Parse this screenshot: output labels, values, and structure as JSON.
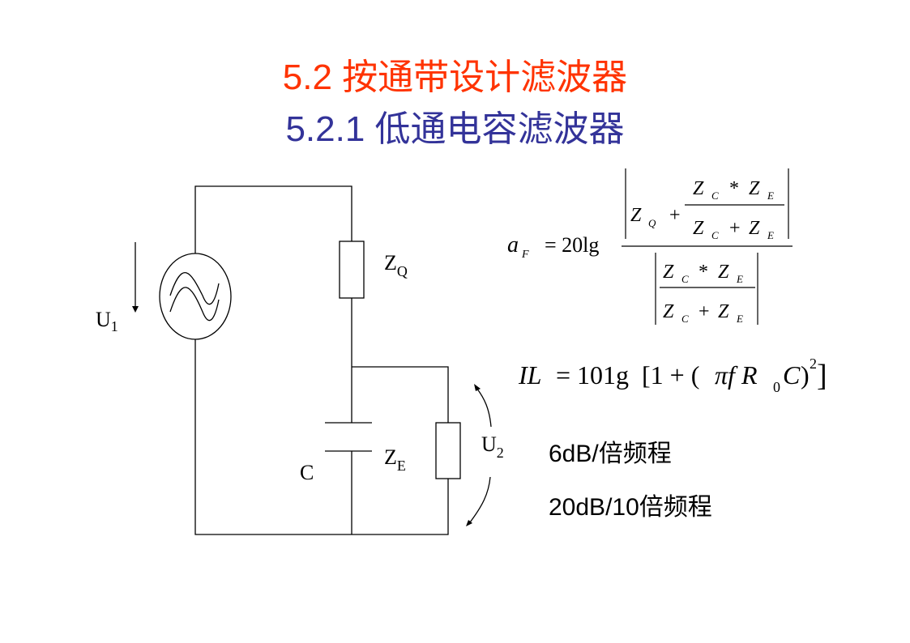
{
  "title": "5.2 按通带设计滤波器",
  "subtitle": "5.2.1 低通电容滤波器",
  "circuit": {
    "labels": {
      "u1": "U",
      "u1_sub": "1",
      "zq": "Z",
      "zq_sub": "Q",
      "c": "C",
      "ze": "Z",
      "ze_sub": "E",
      "u2": "U",
      "u2_sub": "2"
    }
  },
  "formula_af": {
    "a": "a",
    "a_sub": "F",
    "eq": "= 20lg",
    "z": "Z",
    "q": "Q",
    "c": "C",
    "e": "E",
    "plus": "+",
    "times": "*"
  },
  "formula_il": {
    "il": "IL",
    "eq": "= 101g",
    "open": "[1 + (",
    "pif": "πf",
    "r": "R",
    "r_sub": "0",
    "cc": "C",
    ")": ")",
    "sq": "2",
    "close": "]"
  },
  "notes": [
    "6dB/倍频程",
    "20dB/10倍频程"
  ]
}
